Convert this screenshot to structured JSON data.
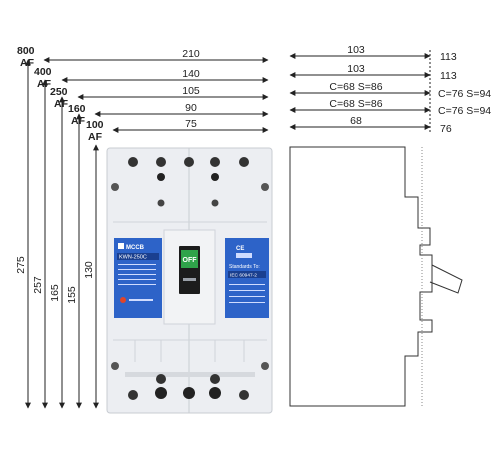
{
  "af_labels": [
    {
      "num": "800",
      "unit": "AF"
    },
    {
      "num": "400",
      "unit": "AF"
    },
    {
      "num": "250",
      "unit": "AF"
    },
    {
      "num": "160",
      "unit": "AF"
    },
    {
      "num": "100",
      "unit": "AF"
    }
  ],
  "front_widths": [
    "210",
    "140",
    "105",
    "90",
    "75"
  ],
  "heights": [
    "275",
    "257",
    "165",
    "155",
    "130"
  ],
  "side_widths": [
    "103",
    "103",
    "C=68  S=86",
    "C=68  S=86",
    "68"
  ],
  "side_depths": [
    "113",
    "113",
    "C=76 S=94",
    "C=76 S=94",
    "76"
  ],
  "breaker": {
    "brand": "MCCB",
    "model": "KWN-250C",
    "handle_state": "OFF",
    "ce_mark": "CE",
    "standards_label": "Standards To:",
    "standard_code": "IEC 60947-2"
  }
}
